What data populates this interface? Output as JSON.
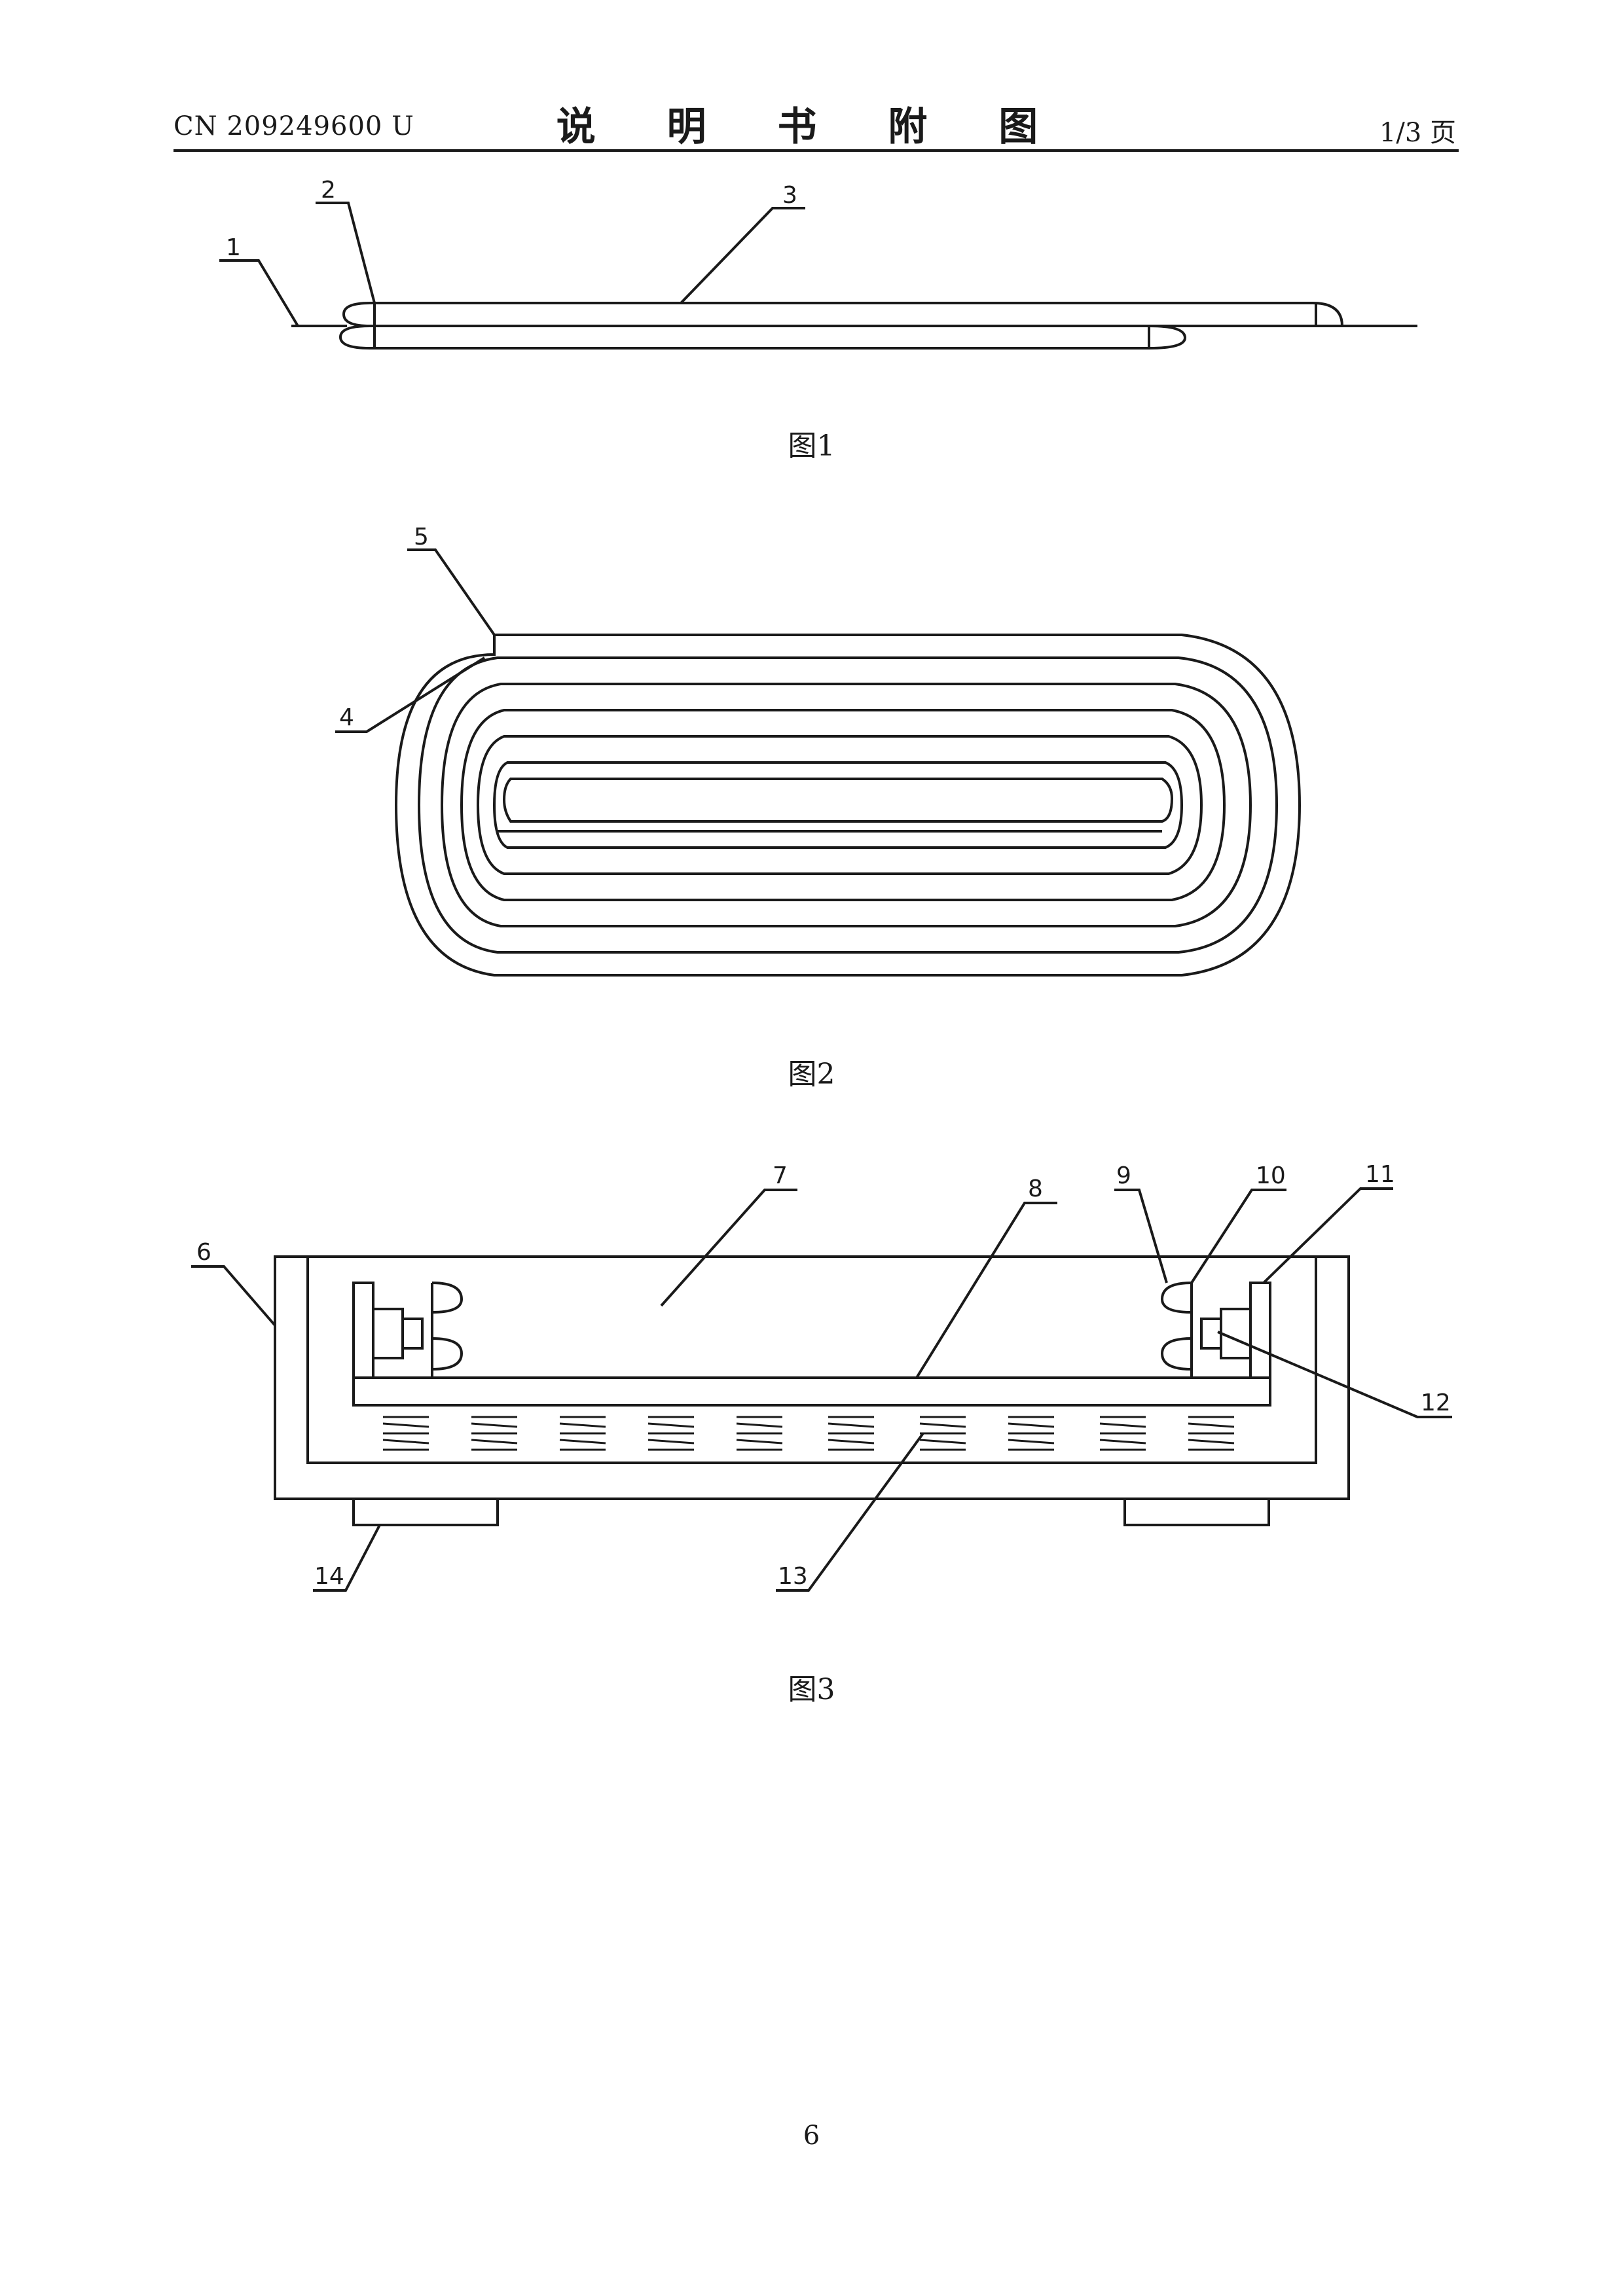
{
  "header": {
    "doc_number": "CN 209249600 U",
    "title": "说 明 书 附 图",
    "page_fraction": "1/3 页"
  },
  "figures": {
    "fig1": {
      "caption": "图1",
      "labels": {
        "l1": "1",
        "l2": "2",
        "l3": "3"
      }
    },
    "fig2": {
      "caption": "图2",
      "labels": {
        "l4": "4",
        "l5": "5"
      }
    },
    "fig3": {
      "caption": "图3",
      "labels": {
        "l6": "6",
        "l7": "7",
        "l8": "8",
        "l9": "9",
        "l10": "10",
        "l11": "11",
        "l12": "12",
        "l13": "13",
        "l14": "14"
      }
    }
  },
  "footer": {
    "page_number": "6"
  },
  "colors": {
    "ink": "#1a1a1a",
    "paper": "#ffffff"
  }
}
